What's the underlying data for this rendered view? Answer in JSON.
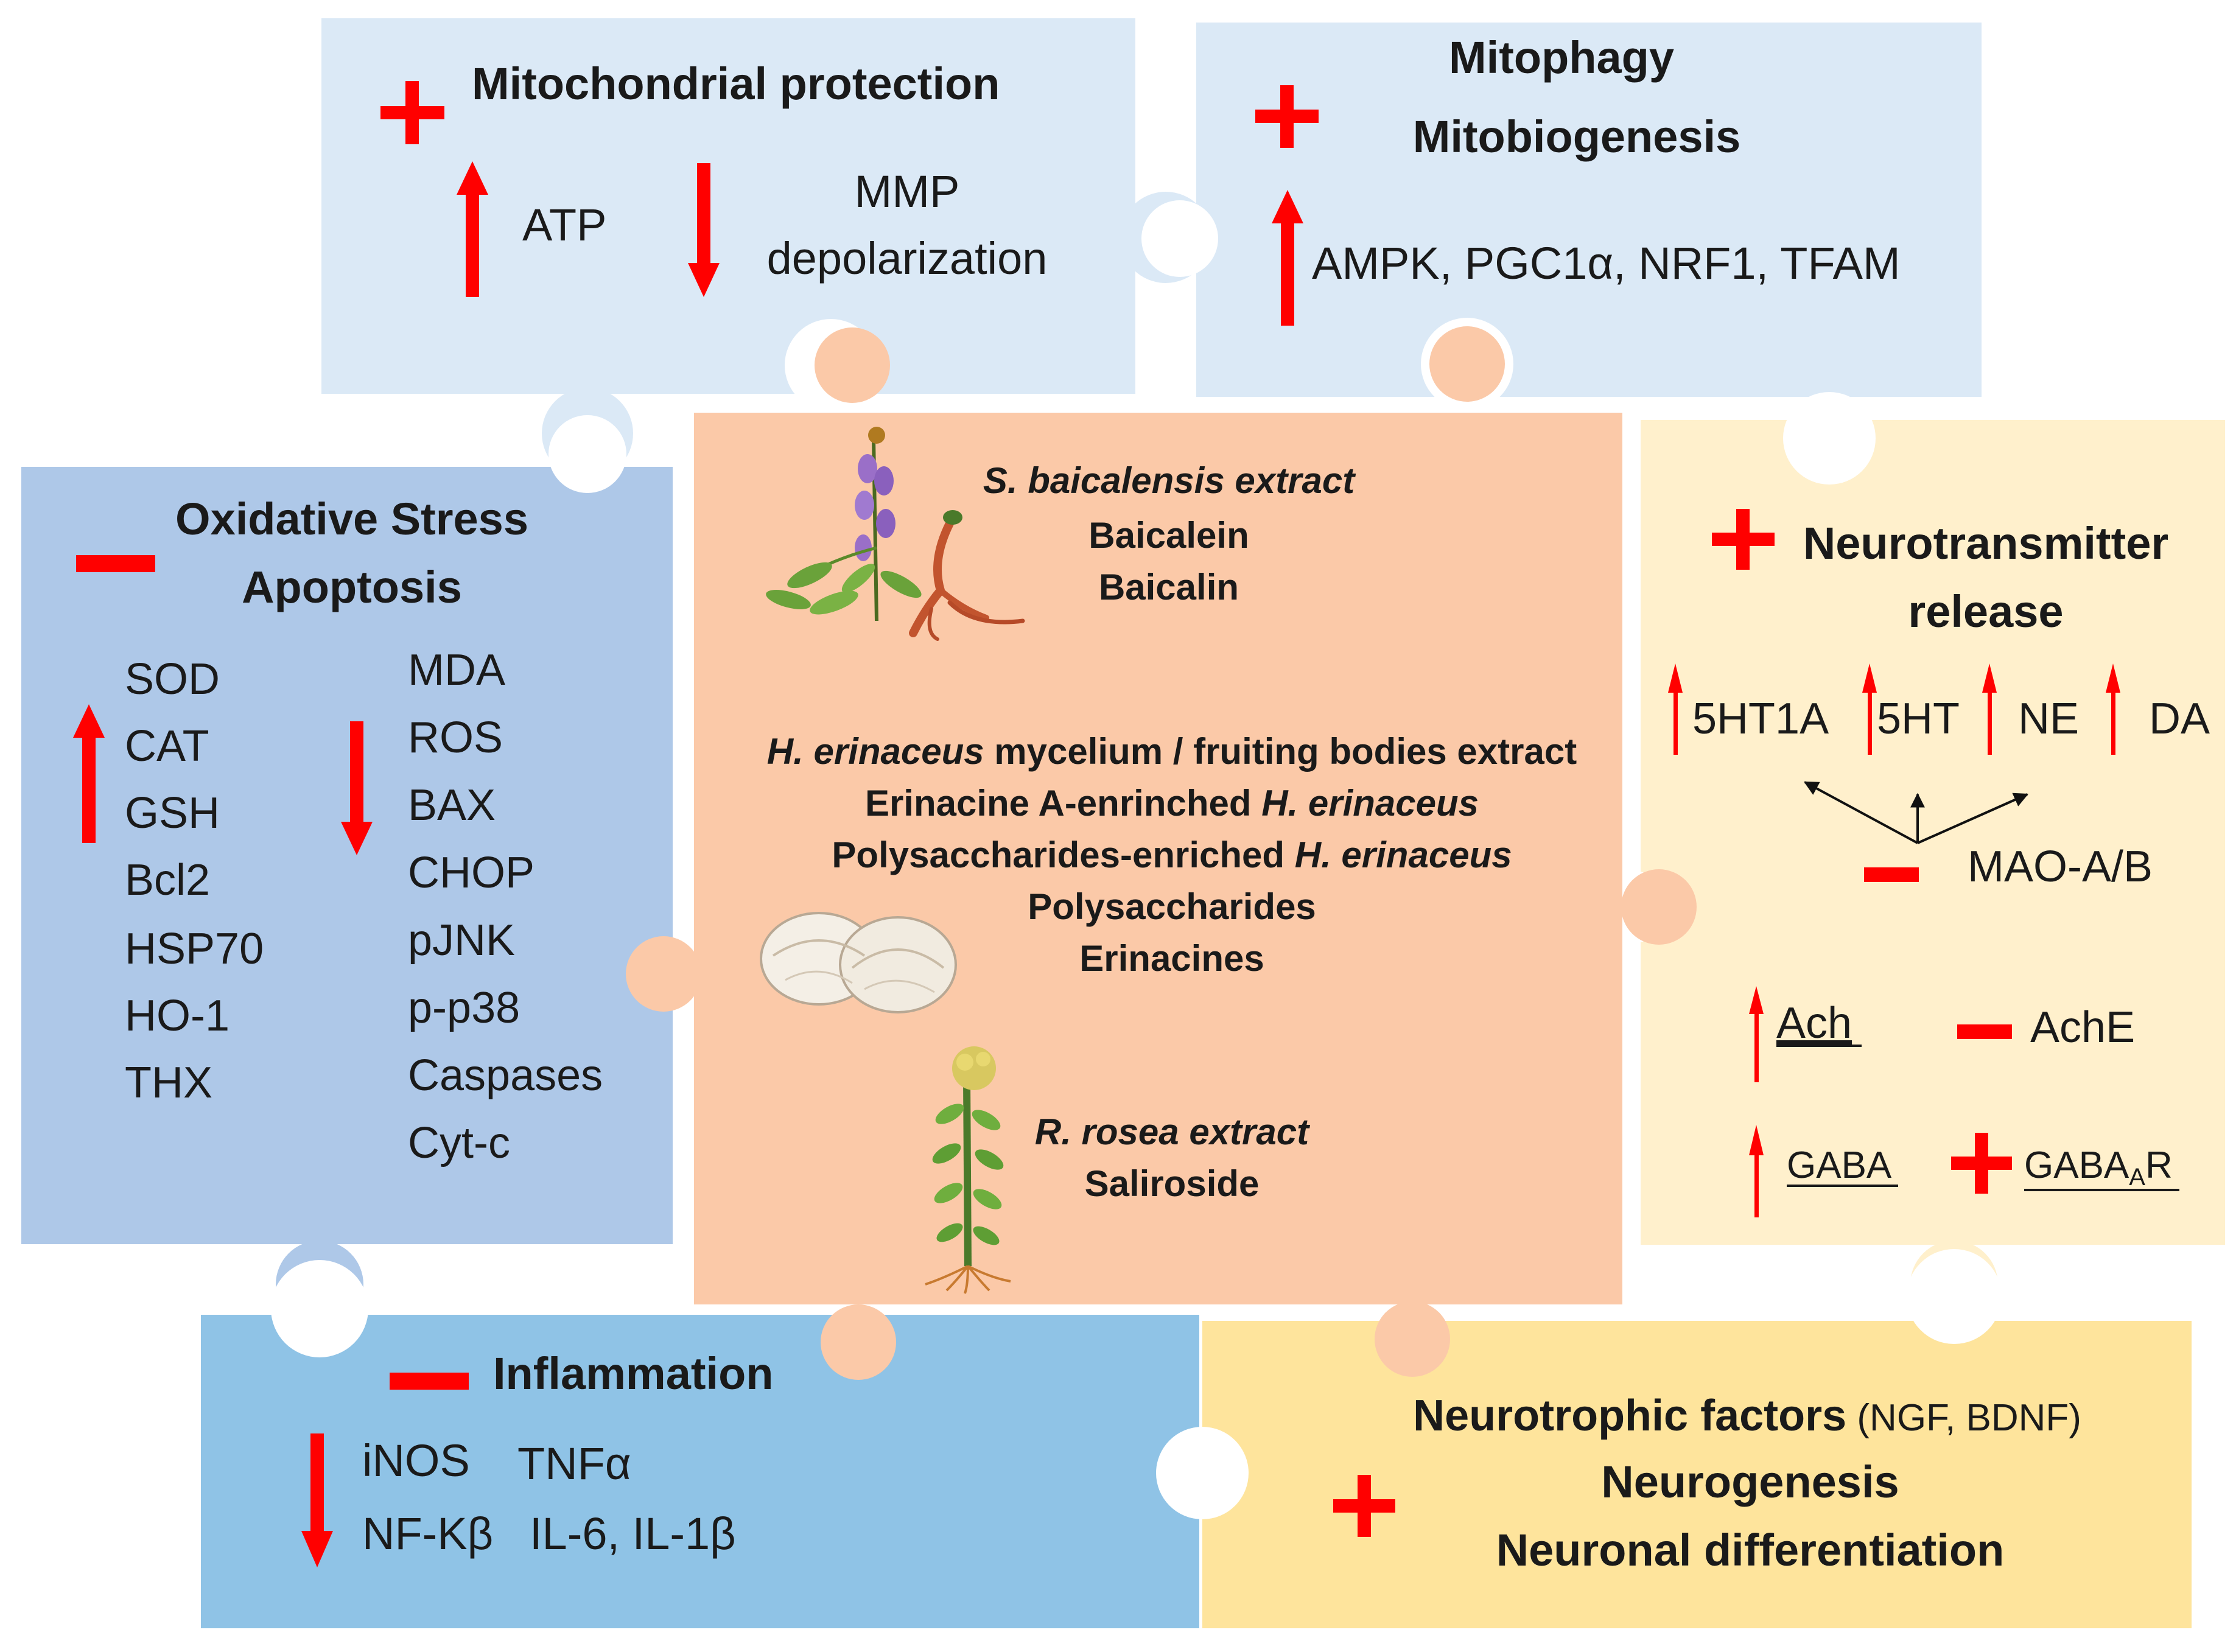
{
  "colors": {
    "mito_piece": "#dbe9f6",
    "mitophagy_piece": "#dbe9f6",
    "oxidative_piece": "#aec8e8",
    "inflammation_piece": "#8fc3e6",
    "center_piece": "#fbc9a8",
    "neurotransmitter_piece": "#fff0cc",
    "neurotrophic_piece": "#fee49c",
    "accent_red": "#ff0000",
    "text_dark": "#1a1a1a"
  },
  "mito": {
    "title": "Mitochondrial protection",
    "sign": "+",
    "up_label": "ATP",
    "down_label_1": "MMP",
    "down_label_2": "depolarization"
  },
  "mitophagy": {
    "title_1": "Mitophagy",
    "title_2": "Mitobiogenesis",
    "sign": "+",
    "up_label": "AMPK, PGC1α, NRF1, TFAM"
  },
  "oxidative": {
    "title_1": "Oxidative Stress",
    "title_2": "Apoptosis",
    "sign": "−",
    "up_items": [
      "SOD",
      "CAT",
      "GSH",
      "Bcl2",
      "HSP70",
      "HO-1",
      "THX"
    ],
    "down_items": [
      "MDA",
      "ROS",
      "BAX",
      "CHOP",
      "pJNK",
      "p-p38",
      "Caspases",
      "Cyt-c"
    ]
  },
  "center": {
    "sb_name": "S. baicalensis extract",
    "sb_item_1": "Baicalein",
    "sb_item_2": "Baicalin",
    "he_line1_species": "H. erinaceus",
    "he_line1_rest": " mycelium / fruiting bodies extract",
    "he_line2_prefix": "Erinacine A-enrinched ",
    "he_line2_species": "H. erinaceus",
    "he_line3_prefix": "Polysaccharides-enriched ",
    "he_line3_species": "H. erinaceus",
    "he_line4": "Polysaccharides",
    "he_line5": "Erinacines",
    "rr_name": "R. rosea extract",
    "rr_item": "Saliroside"
  },
  "neurotransmitter": {
    "title_1": "Neurotransmitter",
    "title_2": "release",
    "sign": "+",
    "up_items": [
      "5HT1A",
      "5HT",
      "NE",
      "DA"
    ],
    "mao_sign": "−",
    "mao_label": "MAO-A/B",
    "ach_label": "Ach",
    "ache_sign": "−",
    "ache_label": "AchE",
    "gaba_label": "GABA",
    "gabaar_sign": "+",
    "gabaar_prefix": "GABA",
    "gabaar_sub": "A",
    "gabaar_suffix": "R"
  },
  "inflammation": {
    "title": "Inflammation",
    "sign": "−",
    "items_line1_a": "iNOS",
    "items_line1_b": "TNFα",
    "items_line2_a": "NF-Kβ",
    "items_line2_b": "IL-6, IL-1β"
  },
  "neurotrophic": {
    "title_bold": "Neurotrophic factors",
    "title_paren": " (NGF, BDNF)",
    "line2": "Neurogenesis",
    "line3": "Neuronal differentiation",
    "sign": "+"
  }
}
